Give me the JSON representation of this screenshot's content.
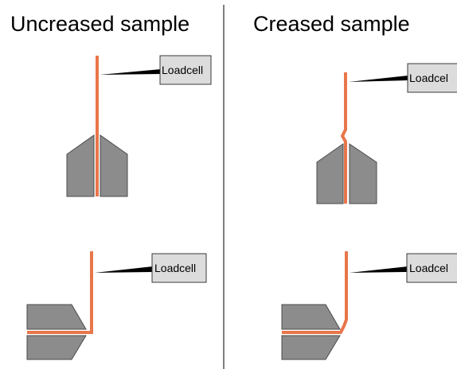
{
  "titles": {
    "left": "Uncreased sample",
    "right": "Creased sample"
  },
  "loadcell_labels": {
    "left_top": "Loadcell",
    "left_bottom": "Loadcell",
    "right_top": "Loadcel",
    "right_bottom": "Loadcel"
  },
  "colors": {
    "sample": "#e8764a",
    "jaw": "#8c8c8c",
    "loadcell": "#dcdcdc",
    "divider": "#555555",
    "probe": "#000000"
  }
}
